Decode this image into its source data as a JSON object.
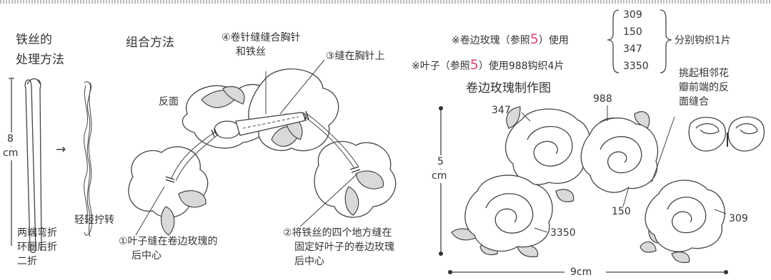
{
  "wire": {
    "title_line1": "铁丝的",
    "title_line2": "处理方法",
    "dim_num": "8",
    "dim_unit": "cm",
    "arrow": "→",
    "twist_note": "轻轻拧转",
    "bend_note": [
      "两端弯折",
      "环圈后折",
      "二折"
    ]
  },
  "assembly": {
    "title": "组合方法",
    "reverse": "反面",
    "step4": [
      "④卷针缝缝合胸针",
      "和铁丝"
    ],
    "step3": "③缝在胸针上",
    "step1": [
      "①叶子缝在卷边玫瑰的",
      "后中心"
    ],
    "step2": [
      "②将铁丝的四个地方缝在",
      "固定好叶子的卷边玫瑰",
      "后中心"
    ]
  },
  "notes": {
    "rose_prefix": "※卷边玫瑰（参照",
    "rose_ref": "5",
    "rose_suffix": "）使用",
    "colors": [
      "309",
      "150",
      "347",
      "3350"
    ],
    "each": "分别钩织1片",
    "leaf_prefix": "※叶子（参照",
    "leaf_ref": "5",
    "leaf_suffix": "）使用988钩织4片"
  },
  "rose_figure": {
    "title": "卷边玫瑰制作图",
    "pick_note": [
      "挑起相邻花",
      "瓣前端的反",
      "面缝合"
    ],
    "height_num": "5",
    "height_unit": "cm",
    "width": "9cm",
    "labels": {
      "c347": "347",
      "c988": "988",
      "c150": "150",
      "c3350": "3350",
      "c309": "309"
    }
  }
}
